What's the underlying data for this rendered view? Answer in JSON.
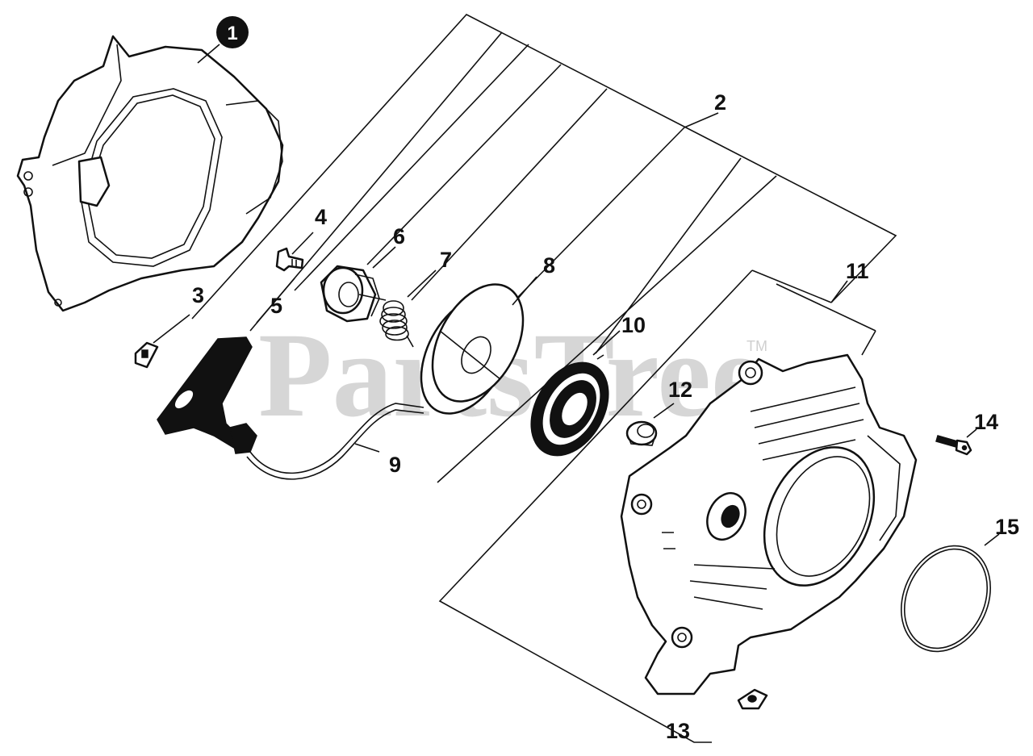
{
  "watermark": {
    "text": "PartsTree",
    "trademark": "TM"
  },
  "callouts": {
    "c1": "1",
    "c2": "2",
    "c3": "3",
    "c4": "4",
    "c5": "5",
    "c6": "6",
    "c7": "7",
    "c8": "8",
    "c9": "9",
    "c10": "10",
    "c11": "11",
    "c12": "12",
    "c13": "13",
    "c14": "14",
    "c15": "15"
  },
  "colors": {
    "line": "#111111",
    "watermark": "#d6d6d6",
    "background": "#ffffff"
  }
}
